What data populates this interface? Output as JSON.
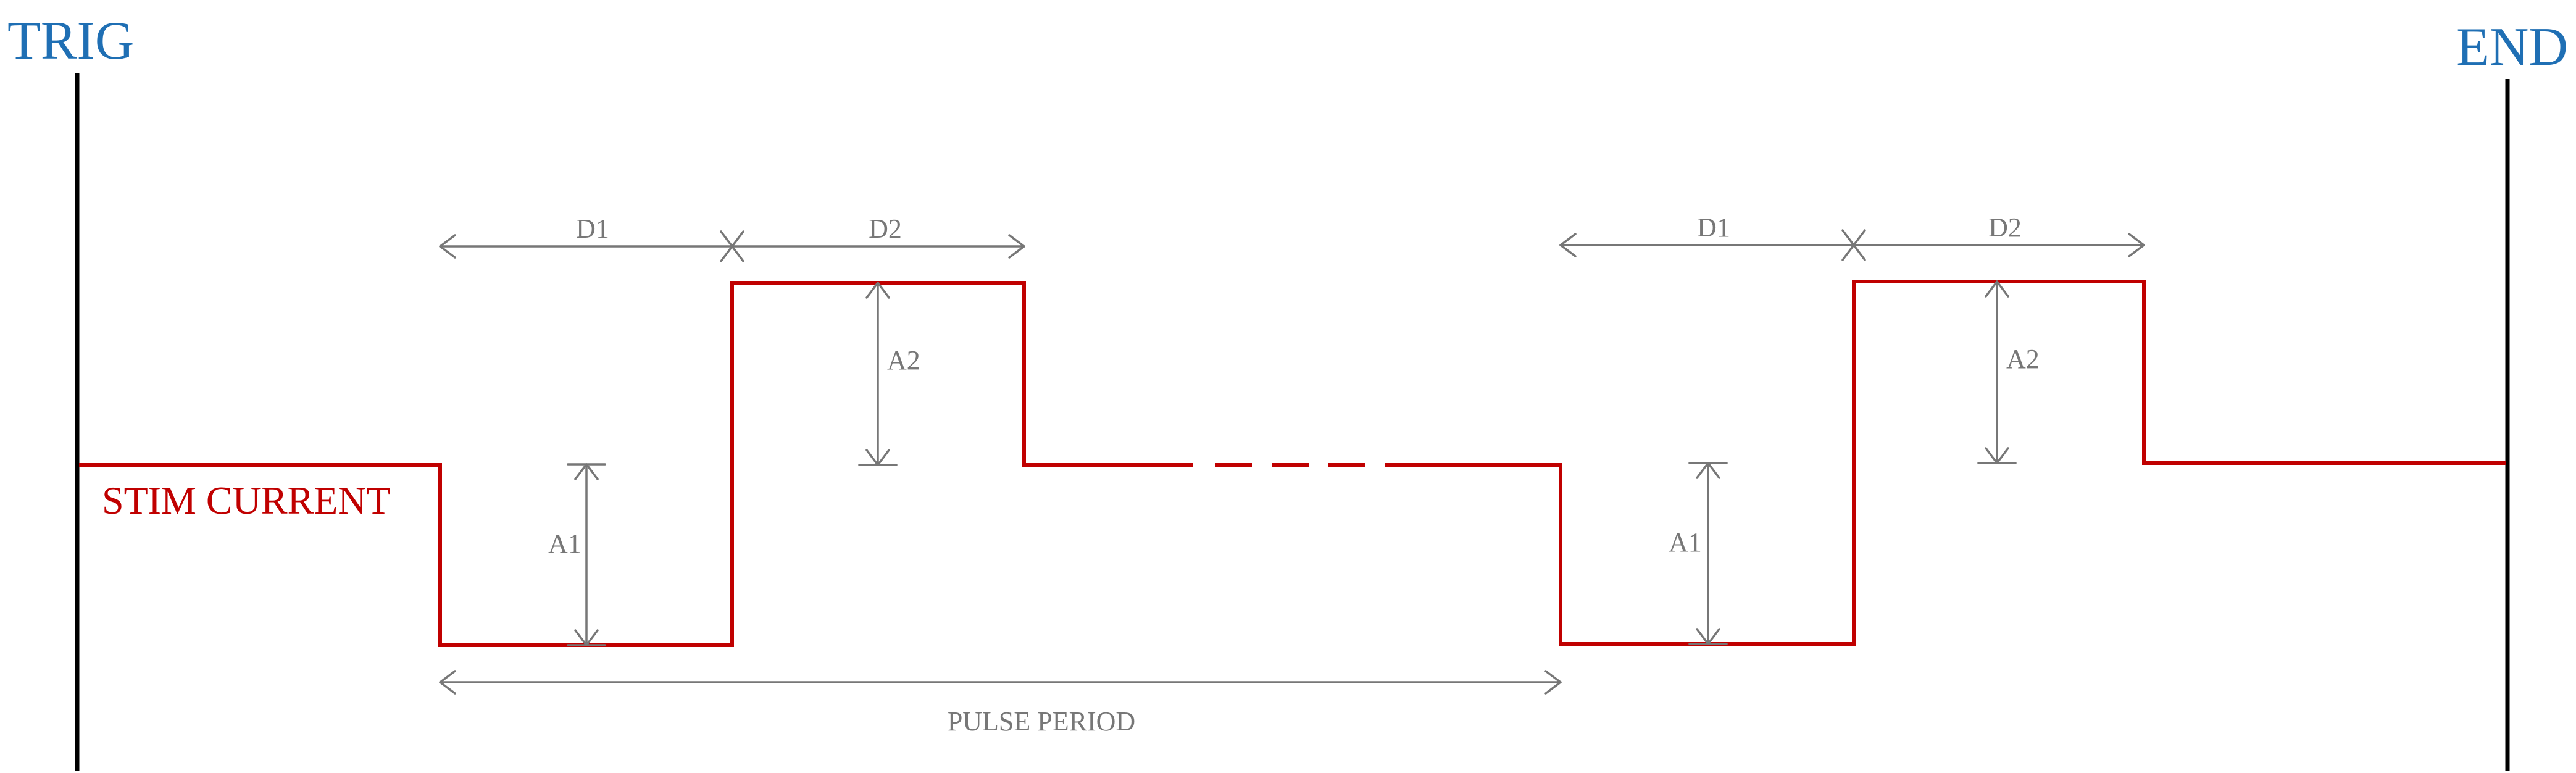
{
  "diagram": {
    "start_label": "TRIG",
    "end_label": "END",
    "signal_label": "STIM CURRENT",
    "pulse_period_label": "PULSE PERIOD",
    "pulses": [
      {
        "d1_label": "D1",
        "d2_label": "D2",
        "a1_label": "A1",
        "a2_label": "A2"
      },
      {
        "d1_label": "D1",
        "d2_label": "D2",
        "a1_label": "A1",
        "a2_label": "A2"
      }
    ],
    "colors": {
      "markers": "#1f6fb4",
      "signal": "#c00000",
      "dimensions": "#777777",
      "axis": "#000000"
    }
  }
}
